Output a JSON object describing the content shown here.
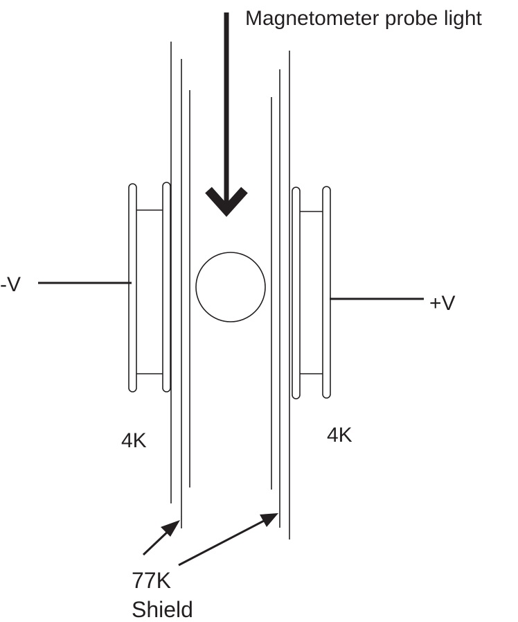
{
  "labels": {
    "probe_light": "Magnetometer probe light",
    "minus_v": "-V",
    "plus_v": "+V",
    "temp_left": "4K",
    "temp_right": "4K",
    "shield_line1": "77K",
    "shield_line2": "Shield"
  },
  "colors": {
    "ink": "#231f20",
    "background": "#ffffff"
  }
}
